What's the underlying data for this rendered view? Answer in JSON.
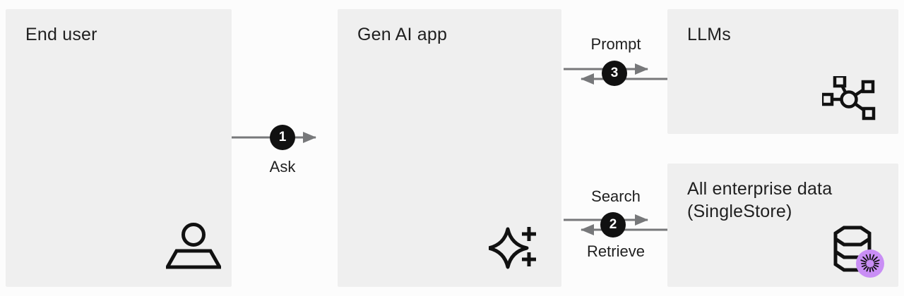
{
  "nodes": {
    "end_user": {
      "label": "End user"
    },
    "gen_ai": {
      "label": "Gen AI app"
    },
    "llms": {
      "label": "LLMs"
    },
    "enterprise_data": {
      "line1": "All enterprise data",
      "line2": "(SingleStore)"
    }
  },
  "flows": {
    "ask": {
      "step": "1",
      "label": "Ask"
    },
    "search": {
      "step": "2",
      "label_forward": "Search",
      "label_back": "Retrieve"
    },
    "prompt": {
      "step": "3",
      "label": "Prompt"
    }
  },
  "icons": {
    "end_user": "person-icon",
    "gen_ai": "ai-sparkle-icon",
    "llms": "network-nodes-icon",
    "enterprise_data": "database-icon",
    "vendor_logo": "singlestore-logo"
  },
  "colors": {
    "canvas_bg": "#fcfcfc",
    "box_bg": "#efefef",
    "arrow": "#77787a",
    "badge_bg": "#111111",
    "badge_text": "#ffffff",
    "text": "#1f1f1f",
    "icon": "#111111",
    "logo_purple": "#c98ef5"
  }
}
